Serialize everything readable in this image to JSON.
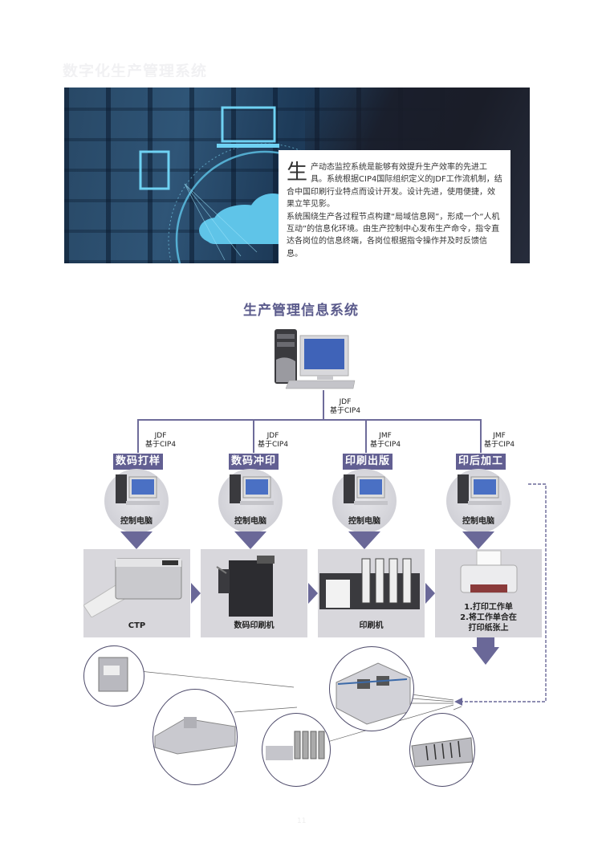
{
  "header": {
    "faint_title": "数字化生产管理系统"
  },
  "banner": {
    "intro": {
      "drop_cap": "生",
      "para1_rest": "产动态监控系统是能够有效提升生产效率的先进工具。系统根据CIP4国际组织定义的JDF工作流机制，结合中国印刷行业特点而设计开发。设计先进，使用便捷，效果立竿见影。",
      "para2": "系统围绕生产各过程节点构建“局域信息网”，形成一个“人机互动”的信息化环境。由生产控制中心发布生产命令，指令直达各岗位的信息终端，各岗位根据指令操作并及时反馈信息。"
    }
  },
  "diagram": {
    "title": "生产管理信息系统",
    "main_link": {
      "line1": "JDF",
      "line2": "基于CIP4"
    },
    "branches": [
      {
        "protocol": "JDF",
        "protocol2": "基于CIP4",
        "tag": "数码打样",
        "node_label": "控制电脑",
        "device_label": "CTP"
      },
      {
        "protocol": "JDF",
        "protocol2": "基于CIP4",
        "tag": "数码冲印",
        "node_label": "控制电脑",
        "device_label": "数码印刷机"
      },
      {
        "protocol": "JMF",
        "protocol2": "基于CIP4",
        "tag": "印刷出版",
        "node_label": "控制电脑",
        "device_label": "印刷机"
      },
      {
        "protocol": "JMF",
        "protocol2": "基于CIP4",
        "tag": "印后加工",
        "node_label": "控制电脑",
        "device_label_lines": [
          "1.打印工作单",
          "2.将工作单合在",
          "打印纸张上"
        ]
      }
    ],
    "colors": {
      "accent": "#625f92",
      "panel": "#d8d7dc",
      "line": "#6e6c9a"
    }
  },
  "footer": {
    "page_number": "11"
  }
}
